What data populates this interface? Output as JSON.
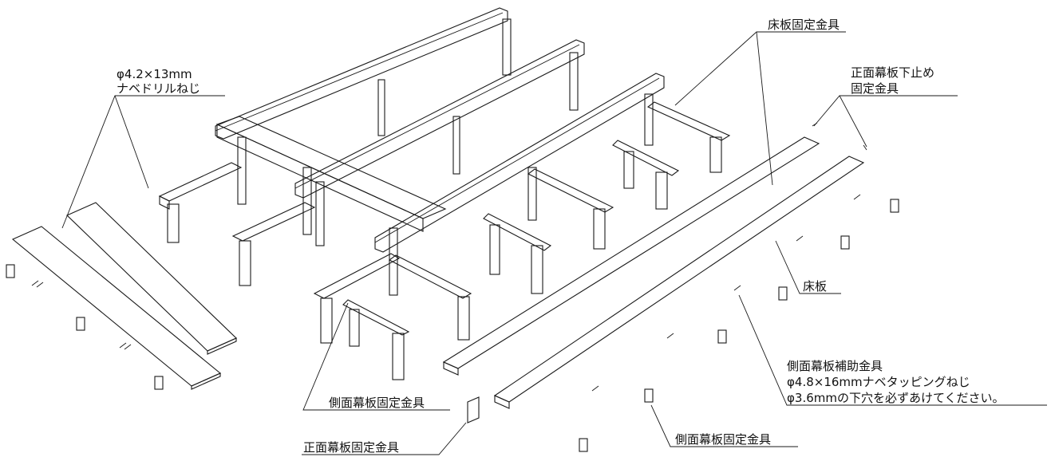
{
  "labels": {
    "screw_small_line1": "φ4.2×13mm",
    "screw_small_line2": "ナベドリルねじ",
    "floor_fix_bracket": "床板固定金具",
    "front_bottom_line1": "正面幕板下止め",
    "front_bottom_line2": "固定金具",
    "floor_board": "床板",
    "side_aux_line1": "側面幕板補助金具",
    "side_aux_line2": "φ4.8×16mmナベタッピングねじ",
    "side_aux_line3": "φ3.6mmの下穴を必ずあけてください。",
    "side_fix_left": "側面幕板固定金具",
    "front_fix": "正面幕板固定金具",
    "side_fix_right": "側面幕板固定金具"
  },
  "colors": {
    "line": "#1a1a1a",
    "bracket_blue": "#c8dde6",
    "bracket_pink": "#f0d3cd",
    "wood": "#ffffff",
    "board_edge": "#555555"
  }
}
